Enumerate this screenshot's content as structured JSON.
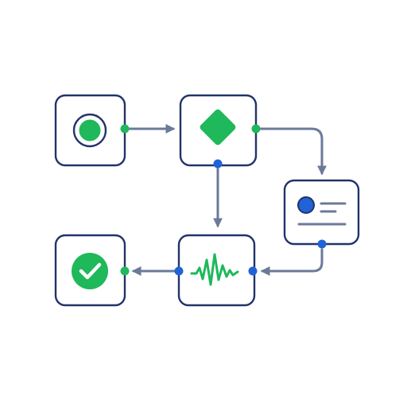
{
  "diagram": {
    "type": "workflow",
    "nodes": [
      {
        "id": "start",
        "icon": "start-circle-icon"
      },
      {
        "id": "decision",
        "icon": "decision-diamond-icon"
      },
      {
        "id": "data-card",
        "icon": "profile-card-icon"
      },
      {
        "id": "signal",
        "icon": "waveform-icon"
      },
      {
        "id": "complete",
        "icon": "checkmark-circle-icon"
      }
    ],
    "edges": [
      {
        "from": "start",
        "to": "decision"
      },
      {
        "from": "decision",
        "to": "data-card"
      },
      {
        "from": "decision",
        "to": "signal"
      },
      {
        "from": "data-card",
        "to": "signal"
      },
      {
        "from": "signal",
        "to": "complete"
      }
    ]
  },
  "colors": {
    "border": "#22336b",
    "connector": "#6b7a99",
    "accent_green": "#1fb85a",
    "accent_blue": "#1f63d6"
  }
}
